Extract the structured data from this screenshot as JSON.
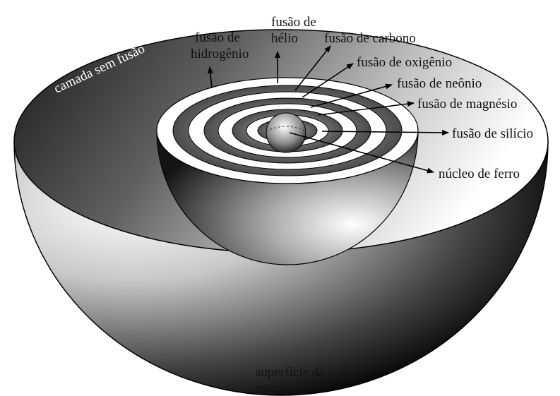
{
  "labels": {
    "camada": "camada sem fusão",
    "hidrogenio_1": "fusão de",
    "hidrogenio_2": "hidrogênio",
    "helio_1": "fusão de",
    "helio_2": "hélio",
    "carbono": "fusão de carbono",
    "oxigenio": "fusão de oxigênio",
    "neonio": "fusão de neônio",
    "magnesio": "fusão de magnésio",
    "silicio": "fusão de silício",
    "ferro": "núcleo de ferro",
    "superficie_1": "superfície da",
    "superficie_2": "estrela"
  }
}
